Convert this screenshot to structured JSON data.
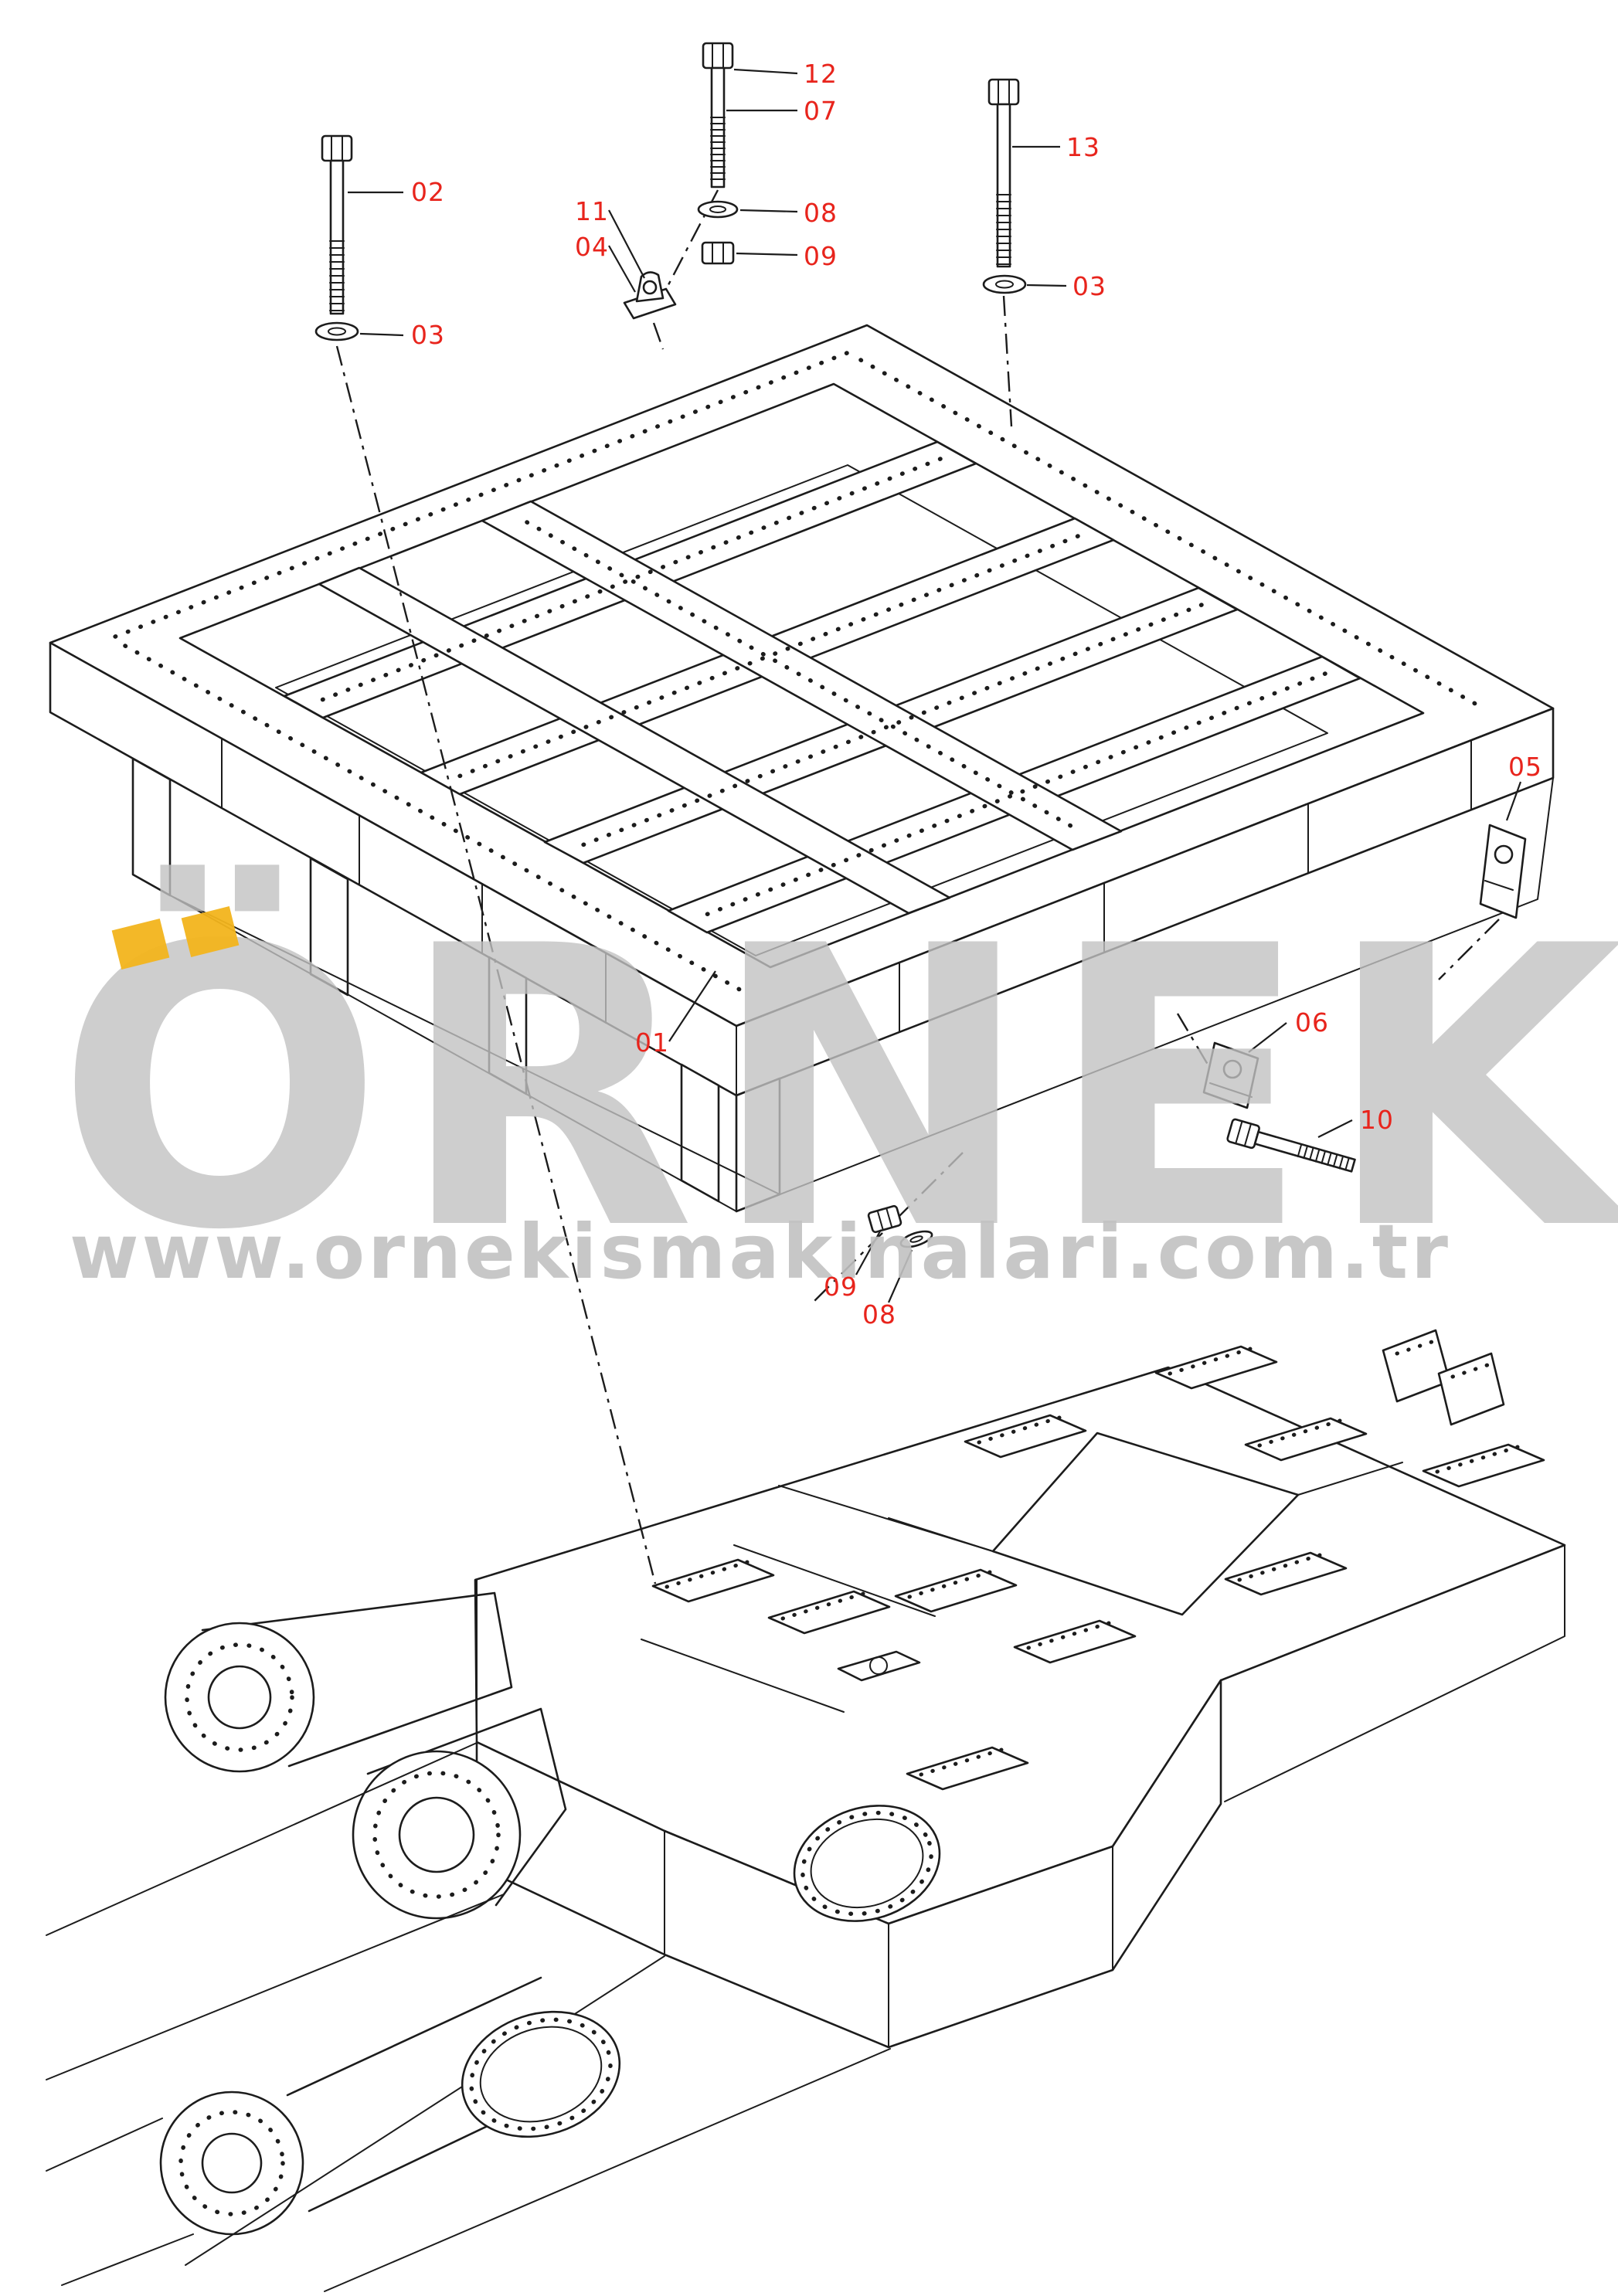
{
  "callouts": [
    {
      "label": "12"
    },
    {
      "label": "07"
    },
    {
      "label": "13"
    },
    {
      "label": "02"
    },
    {
      "label": "11"
    },
    {
      "label": "04"
    },
    {
      "label": "08"
    },
    {
      "label": "09"
    },
    {
      "label": "03"
    },
    {
      "label": "03"
    },
    {
      "label": "05"
    },
    {
      "label": "01"
    },
    {
      "label": "06"
    },
    {
      "label": "10"
    },
    {
      "label": "09"
    },
    {
      "label": "08"
    }
  ],
  "watermark": {
    "brand": "ÖRNEK",
    "url": "www.ornekismakinalari.com.tr"
  },
  "colors": {
    "callout_red": "#e8241c",
    "line_black": "#1c1c1c",
    "watermark_gray": "#c2c2c2",
    "accent_yellow": "#f2b41c"
  }
}
